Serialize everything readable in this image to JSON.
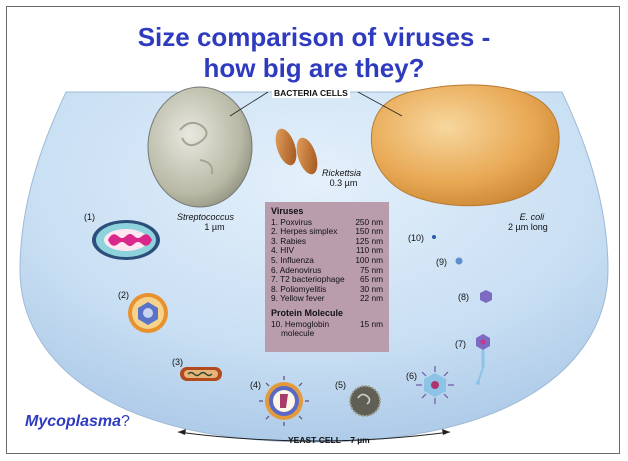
{
  "title_line1": "Size comparison of viruses -",
  "title_line2": "how big are they?",
  "bacteria_cells_label": "BACTERIA CELLS",
  "streptococcus": {
    "name": "Streptococcus",
    "size": "1 µm"
  },
  "rickettsia": {
    "name": "Rickettsia",
    "size": "0.3 µm"
  },
  "ecoli": {
    "name": "E. coli",
    "size": "2 µm long"
  },
  "viruses_header": "Viruses",
  "viruses": [
    {
      "name": "1. Poxvirus",
      "size": "250 nm"
    },
    {
      "name": "2. Herpes simplex",
      "size": "150 nm"
    },
    {
      "name": "3. Rabies",
      "size": "125 nm"
    },
    {
      "name": "4. HIV",
      "size": "110 nm"
    },
    {
      "name": "5. Influenza",
      "size": "100 nm"
    },
    {
      "name": "6. Adenovirus",
      "size": "75 nm"
    },
    {
      "name": "7. T2 bacteriophage",
      "size": "65 nm"
    },
    {
      "name": "8. Poliomyelitis",
      "size": "30 nm"
    },
    {
      "name": "9. Yellow fever",
      "size": "22 nm"
    }
  ],
  "protein_header": "Protein Molecule",
  "protein": {
    "name_line1": "10. Hemoglobin",
    "name_line2": "molecule",
    "size": "15 nm"
  },
  "markers": [
    "(1)",
    "(2)",
    "(3)",
    "(4)",
    "(5)",
    "(6)",
    "(7)",
    "(8)",
    "(9)",
    "(10)"
  ],
  "yeast_label": "YEAST CELL – 7 µm",
  "mycoplasma_name": "Mycoplasma",
  "mycoplasma_suffix": "?",
  "colors": {
    "title": "#2f3bbf",
    "bowl": "#c9dff3",
    "virus_box": "#b99dad",
    "bacteria": "#e1a34f"
  }
}
